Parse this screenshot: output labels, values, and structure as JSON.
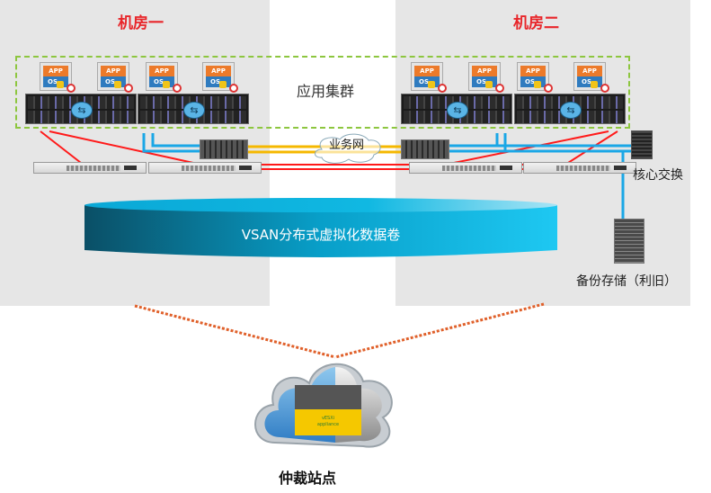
{
  "diagram": {
    "rooms": [
      {
        "name": "机房一"
      },
      {
        "name": "机房二"
      }
    ],
    "cluster": {
      "label": "应用集群"
    },
    "vm_icon": {
      "app_text": "APP",
      "os_text": "OS"
    },
    "network": {
      "business_net": "业务网"
    },
    "core_switch": {
      "label": "核心交换"
    },
    "backup_storage": {
      "label": "备份存储（利旧）"
    },
    "vsan": {
      "label": "VSAN分布式虚拟化数据卷"
    },
    "witness": {
      "label": "仲裁站点",
      "appliance_line1": "vESXi",
      "appliance_line2": "appliance"
    },
    "colors": {
      "room_bg": "#e6e6e6",
      "room_title": "#e8262a",
      "cluster_border": "#8dc63f",
      "fc_link": "#ff1a1a",
      "business_link": "#f5b800",
      "mgmt_link": "#1aa7e6",
      "witness_link": "#e0602a",
      "vsan_dark": "#0a4f66",
      "vsan_light": "#1ec0ee"
    }
  }
}
